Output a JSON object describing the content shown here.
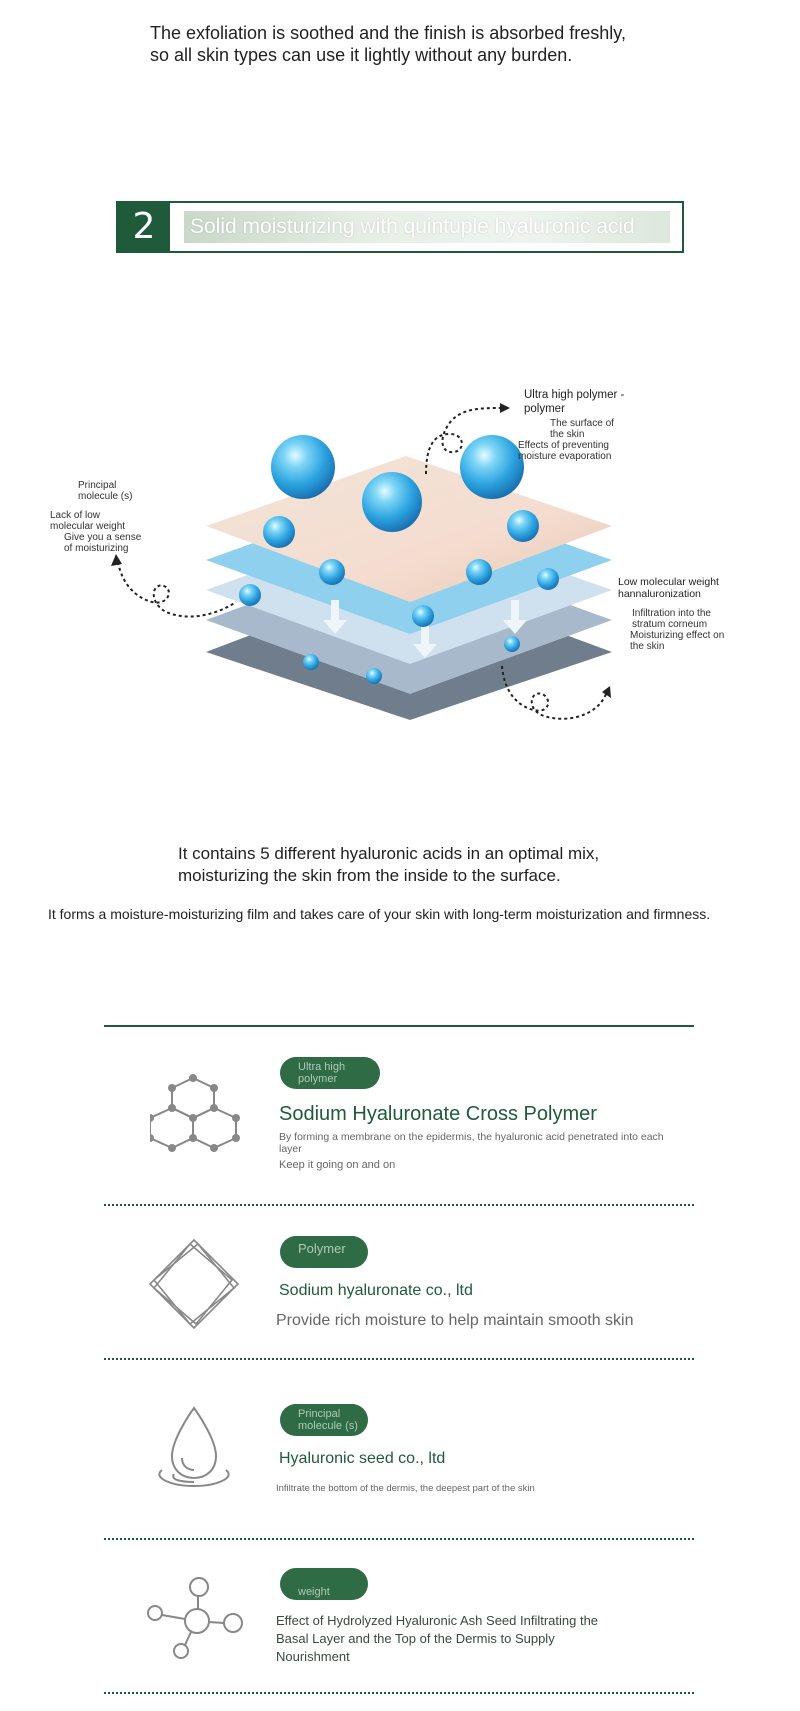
{
  "intro": {
    "line1": "The exfoliation is soothed and the finish is absorbed freshly,",
    "line2": "so all skin types can use it lightly without any burden."
  },
  "section": {
    "number": "2",
    "title": "Solid moisturizing with quintuple hyaluronic acid"
  },
  "diagram": {
    "top_right": {
      "head": "Ultra high polymer - polymer",
      "sub1": "The surface of the skin",
      "sub2": "Effects of preventing moisture evaporation"
    },
    "left": {
      "head": "Principal molecule (s)",
      "sub1": "Lack of low molecular weight",
      "sub2": "Give you a sense of moisturizing"
    },
    "bottom_right": {
      "head": "Low molecular weight hannaluronization",
      "sub1": "Infiltration into the stratum corneum",
      "sub2": "Moisturizing effect on the skin"
    }
  },
  "description": {
    "line1": "It contains 5 different hyaluronic acids in an optimal mix,",
    "line2": "moisturizing the skin from the inside to the surface.",
    "line3": "It forms a moisture-moisturizing film and takes care of your skin with long-term moisturization and firmness."
  },
  "items": [
    {
      "icon": "molecule-network-icon",
      "tag": "Ultra high polymer",
      "title": "Sodium Hyaluronate Cross Polymer",
      "desc1": "By forming a membrane on the epidermis, the hyaluronic acid penetrated into each layer",
      "desc2": "Keep it going on and on"
    },
    {
      "icon": "layered-diamond-icon",
      "tag": "Polymer",
      "title": "Sodium hyaluronate co., ltd",
      "desc1": "Provide rich moisture to help maintain smooth skin"
    },
    {
      "icon": "water-drop-icon",
      "tag": "Principal molecule (s)",
      "title": "Hyaluronic seed co., ltd",
      "desc1": "Infiltrate the bottom of the dermis, the deepest part of the skin"
    },
    {
      "icon": "molecule-node-icon",
      "tag": "weight",
      "title": "",
      "desc1": "Effect of Hydrolyzed Hyaluronic Ash Seed Infiltrating the Basal Layer and the Top of the Dermis to Supply Nourishment"
    }
  ],
  "colors": {
    "brand_green": "#1f5a3a",
    "pill_green": "#2f6b45",
    "sphere_blue": "#3fb0e6"
  }
}
